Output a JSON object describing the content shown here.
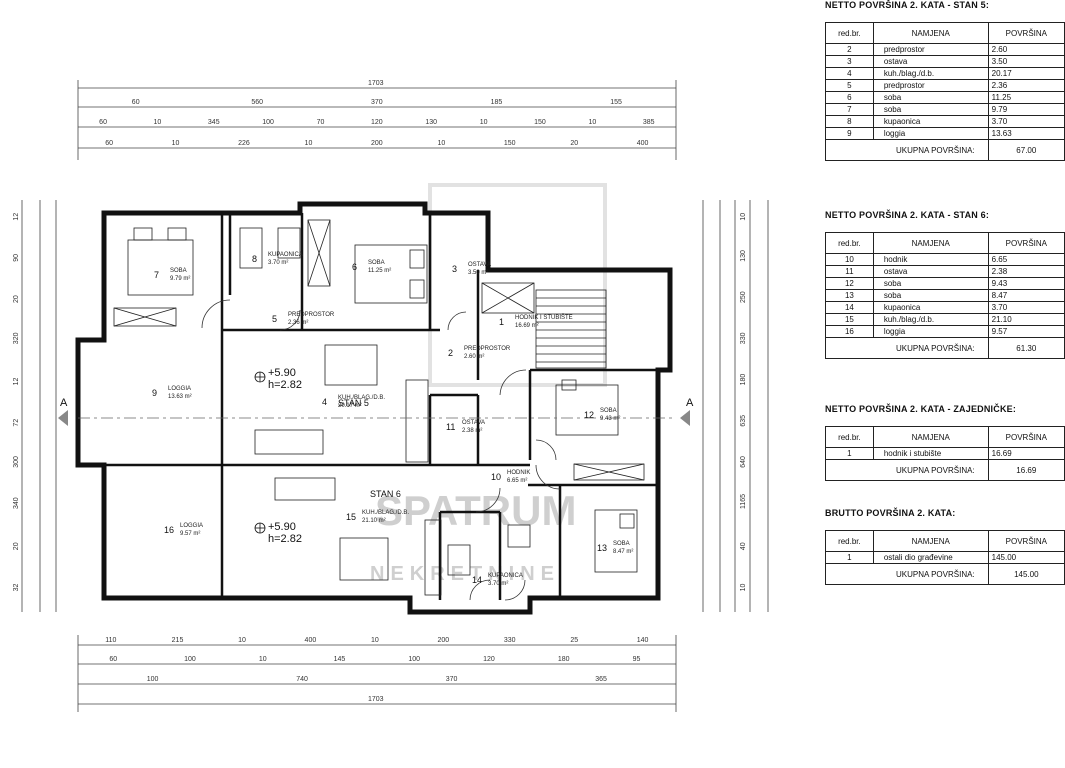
{
  "plan": {
    "section_marker": "A",
    "stan5_label": "STAN 5",
    "stan6_label": "STAN 6",
    "level": "+5.90",
    "height": "h=2.82",
    "watermark_main": "SPATRUM",
    "watermark_sub": "NEKRETNINE",
    "rooms": [
      {
        "num": "7",
        "label": "SOBA",
        "area": "9.79 m²"
      },
      {
        "num": "8",
        "label": "KUPAONICA",
        "area": "3.70 m²"
      },
      {
        "num": "6",
        "label": "SOBA",
        "area": "11.25 m²"
      },
      {
        "num": "3",
        "label": "OSTAVA",
        "area": "3.50 m²"
      },
      {
        "num": "5",
        "label": "PREDPROSTOR",
        "area": "2.36 m²"
      },
      {
        "num": "1",
        "label": "HODNIK I STUBIŠTE",
        "area": "16.69 m²"
      },
      {
        "num": "9",
        "label": "LOGGIA",
        "area": "13.63 m²"
      },
      {
        "num": "2",
        "label": "PREDPROSTOR",
        "area": "2.60 m²"
      },
      {
        "num": "4",
        "label": "KUH./BLAG./D.B.",
        "area": "20.17 m²"
      },
      {
        "num": "11",
        "label": "OSTAVA",
        "area": "2.38 m²"
      },
      {
        "num": "12",
        "label": "SOBA",
        "area": "9.43 m²"
      },
      {
        "num": "10",
        "label": "HODNIK",
        "area": "6.65 m²"
      },
      {
        "num": "16",
        "label": "LOGGIA",
        "area": "9.57 m²"
      },
      {
        "num": "15",
        "label": "KUH./BLAG./D.B.",
        "area": "21.10 m²"
      },
      {
        "num": "14",
        "label": "KUPAONICA",
        "area": "3.70 m²"
      },
      {
        "num": "13",
        "label": "SOBA",
        "area": "8.47 m²"
      }
    ],
    "dims_top": {
      "total": "1703",
      "row1": [
        "60",
        "560",
        "370",
        "185",
        "155"
      ],
      "row2": [
        "60",
        "10",
        "345",
        "100",
        "70",
        "120",
        "130",
        "10",
        "150",
        "10",
        "385"
      ],
      "row3": [
        "60",
        "10",
        "226",
        "10",
        "200",
        "10",
        "150",
        "20",
        "400"
      ]
    },
    "dims_bottom": {
      "row1": [
        "110",
        "215",
        "10",
        "400",
        "10",
        "200",
        "330",
        "25",
        "140"
      ],
      "row2": [
        "60",
        "100",
        "10",
        "145",
        "100",
        "120",
        "180",
        "95"
      ],
      "row3": [
        "100",
        "740",
        "370",
        "365"
      ],
      "total": "1703"
    },
    "dims_left": [
      "12",
      "90",
      "20",
      "320",
      "12",
      "72",
      "300",
      "340",
      "20",
      "32"
    ],
    "dims_right": [
      "10",
      "130",
      "250",
      "330",
      "180",
      "635",
      "640",
      "1165",
      "40",
      "10"
    ]
  },
  "tables": [
    {
      "title": "NETTO POVRŠINA 2. KATA - STAN 5:",
      "header": [
        "red.br.",
        "NAMJENA",
        "POVRŠINA"
      ],
      "rows": [
        [
          "2",
          "predprostor",
          "2.60"
        ],
        [
          "3",
          "ostava",
          "3.50"
        ],
        [
          "4",
          "kuh./blag./d.b.",
          "20.17"
        ],
        [
          "5",
          "predprostor",
          "2.36"
        ],
        [
          "6",
          "soba",
          "11.25"
        ],
        [
          "7",
          "soba",
          "9.79"
        ],
        [
          "8",
          "kupaonica",
          "3.70"
        ],
        [
          "9",
          "loggia",
          "13.63"
        ]
      ],
      "total_label": "UKUPNA POVRŠINA:",
      "total_value": "67.00"
    },
    {
      "title": "NETTO POVRŠINA 2. KATA - STAN 6:",
      "header": [
        "red.br.",
        "NAMJENA",
        "POVRŠINA"
      ],
      "rows": [
        [
          "10",
          "hodnik",
          "6.65"
        ],
        [
          "11",
          "ostava",
          "2.38"
        ],
        [
          "12",
          "soba",
          "9.43"
        ],
        [
          "13",
          "soba",
          "8.47"
        ],
        [
          "14",
          "kupaonica",
          "3.70"
        ],
        [
          "15",
          "kuh./blag./d.b.",
          "21.10"
        ],
        [
          "16",
          "loggia",
          "9.57"
        ]
      ],
      "total_label": "UKUPNA POVRŠINA:",
      "total_value": "61.30"
    },
    {
      "title": "NETTO POVRŠINA 2. KATA - ZAJEDNIČKE:",
      "header": [
        "red.br.",
        "NAMJENA",
        "POVRŠINA"
      ],
      "rows": [
        [
          "1",
          "hodnik i stubište",
          "16.69"
        ]
      ],
      "total_label": "UKUPNA POVRŠINA:",
      "total_value": "16.69"
    },
    {
      "title": "BRUTTO POVRŠINA 2. KATA:",
      "header": [
        "red.br.",
        "NAMJENA",
        "POVRŠINA"
      ],
      "rows": [
        [
          "1",
          "ostali dio građevine",
          "145.00"
        ]
      ],
      "total_label": "UKUPNA POVRŠINA:",
      "total_value": "145.00"
    }
  ]
}
